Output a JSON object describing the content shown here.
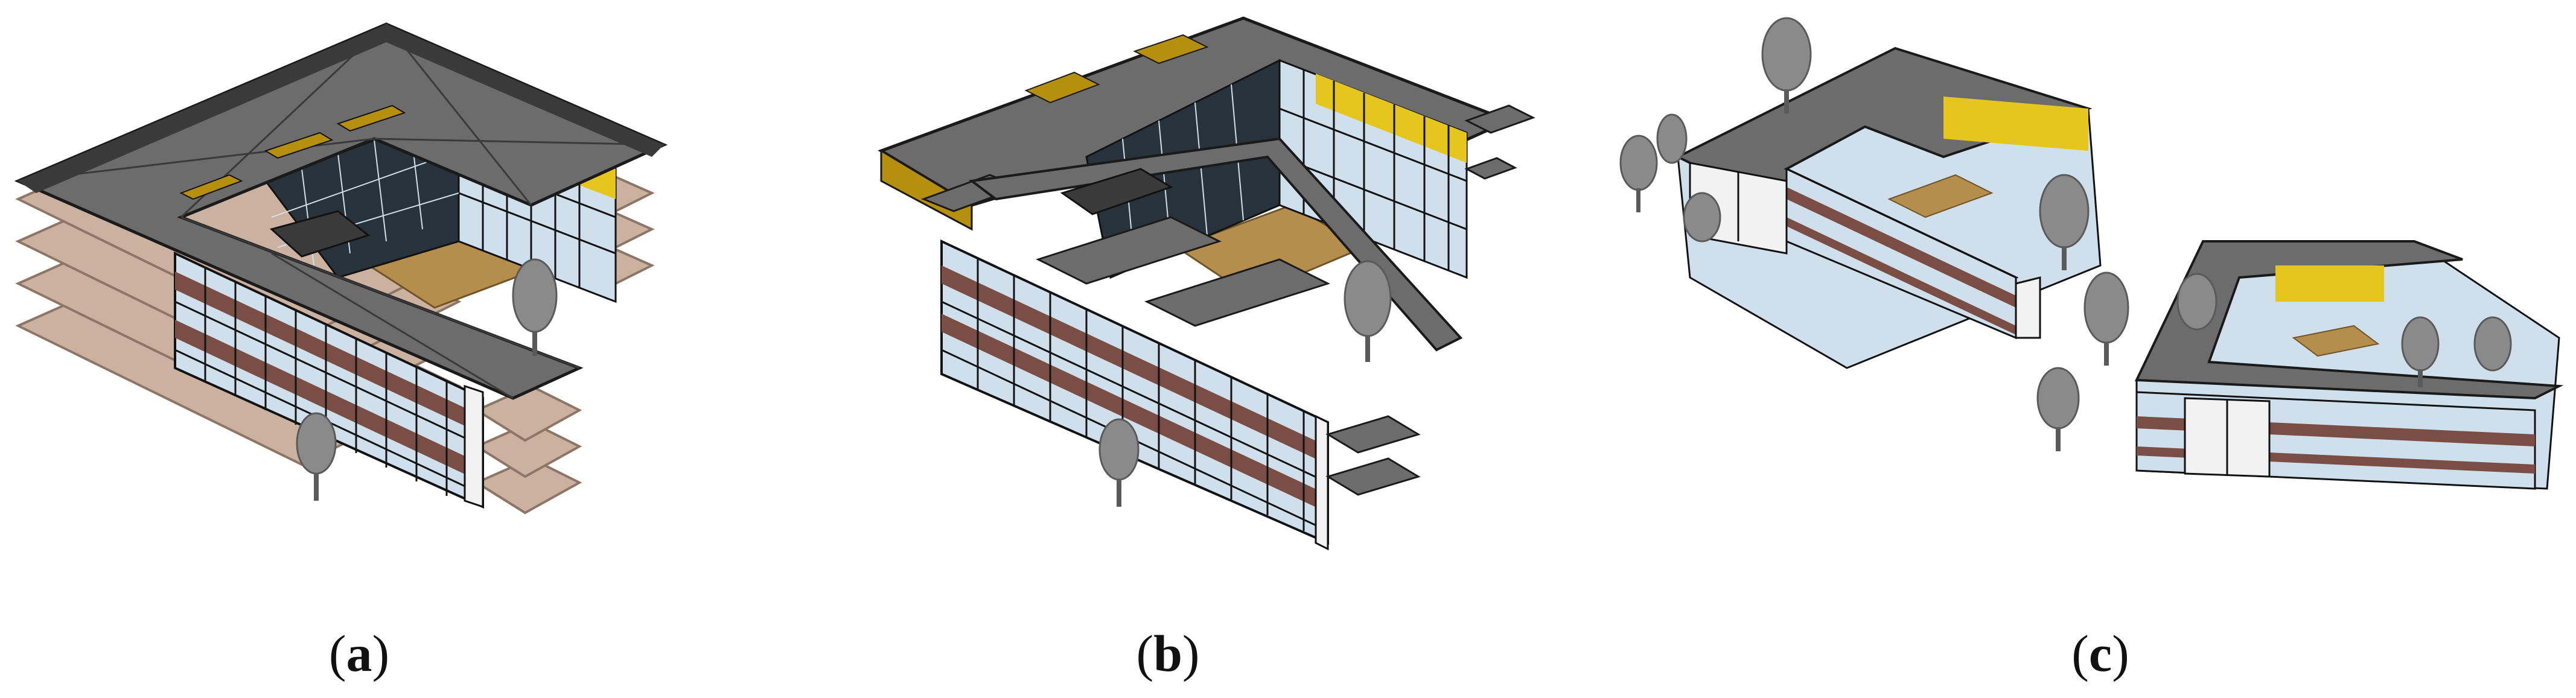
{
  "figure": {
    "panels": [
      {
        "id": "a",
        "caption": "a"
      },
      {
        "id": "b",
        "caption": "b"
      },
      {
        "id": "c",
        "caption": "c"
      }
    ]
  },
  "colors": {
    "roof": "#6c6c6c",
    "roof_dark": "#3a3a3a",
    "edge": "#1a1a1a",
    "floor_slab": "#cbb1a0",
    "floor_slab_edge": "#8e7667",
    "courtyard_floor": "#b58d4c",
    "glazing_light": "#cfe0ec",
    "glazing_dark": "#28323a",
    "mullion": "#121212",
    "brick_band": "#7a4e44",
    "interior_yellow": "#e6c51c",
    "skylight": "#b68f0f",
    "tree": "#8a8a8a",
    "tree_dark": "#5a5a5a",
    "wall_white": "#f2f2f2"
  }
}
